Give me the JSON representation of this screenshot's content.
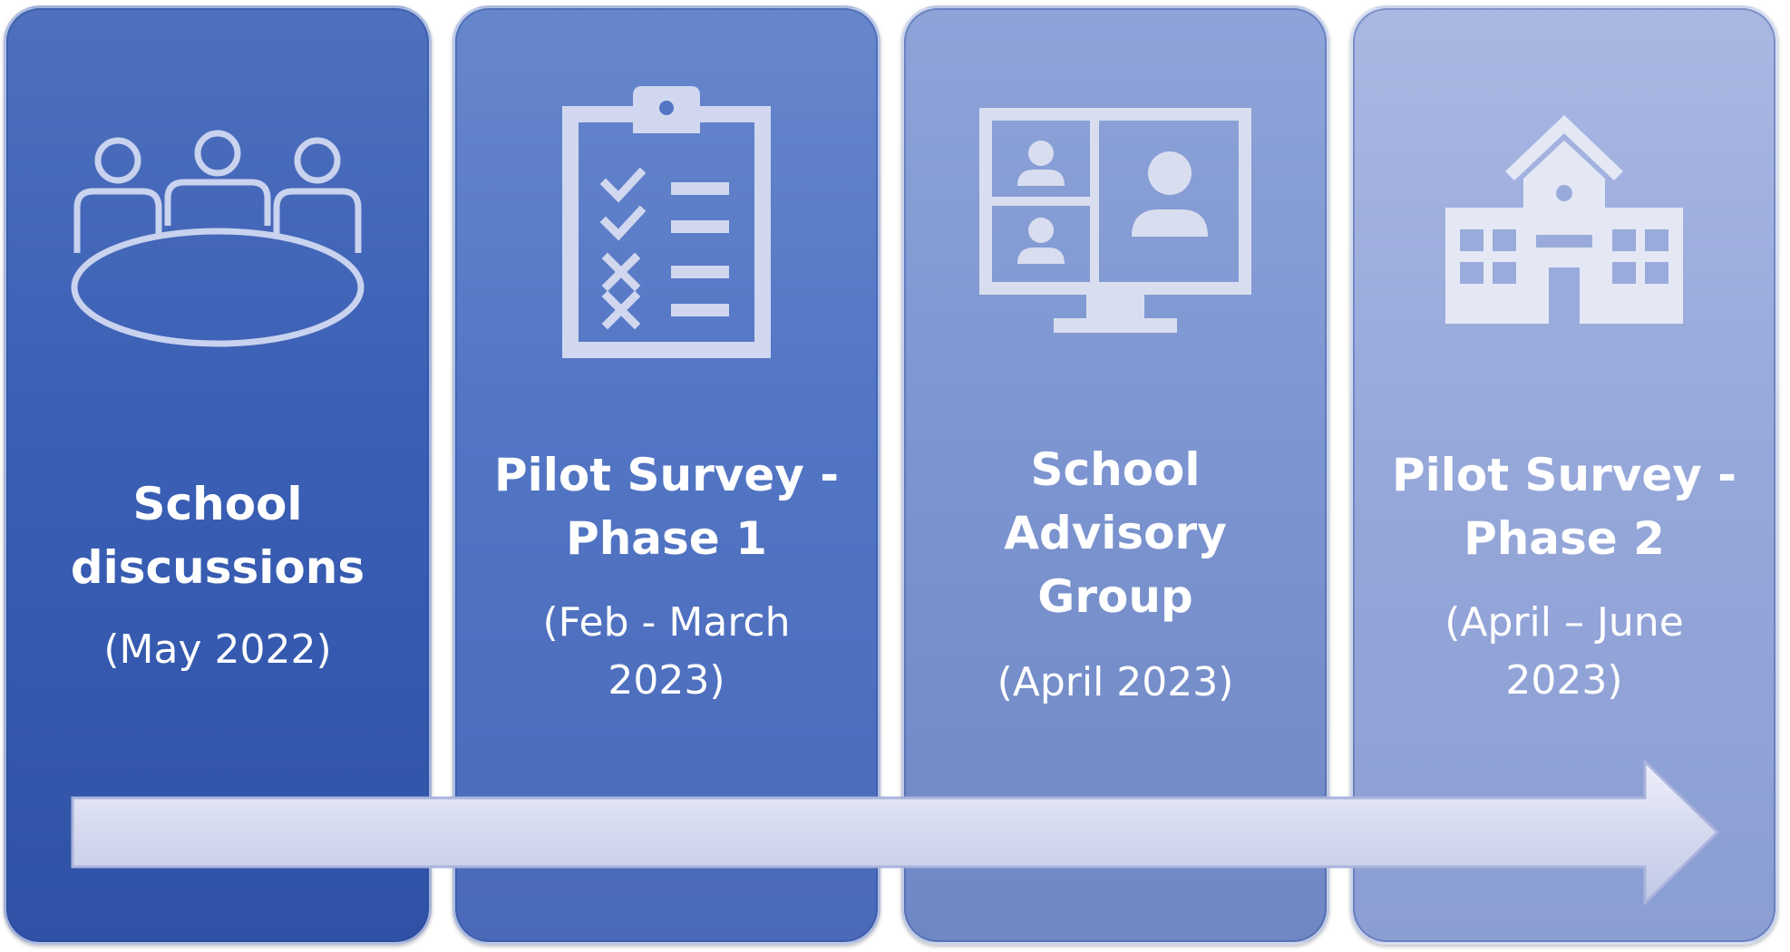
{
  "colors": {
    "panel_1": "#3a5fb5",
    "panel_2": "#5275c4",
    "panel_3": "#7d96d1",
    "panel_4": "#97a8da",
    "arrow": "#d4d9ef",
    "text": "#ffffff"
  },
  "stages": [
    {
      "icon": "meeting-table-icon",
      "title": "School\ndiscussions",
      "date": "(May 2022)"
    },
    {
      "icon": "clipboard-checklist-icon",
      "title": "Pilot Survey -\nPhase 1",
      "date": "(Feb - March\n2023)"
    },
    {
      "icon": "video-conference-icon",
      "title": "School\nAdvisory\nGroup",
      "date": "(April 2023)"
    },
    {
      "icon": "school-building-icon",
      "title": "Pilot Survey -\nPhase 2",
      "date": "(April – June\n2023)"
    }
  ],
  "timeline_arrow": "timeline-arrow"
}
